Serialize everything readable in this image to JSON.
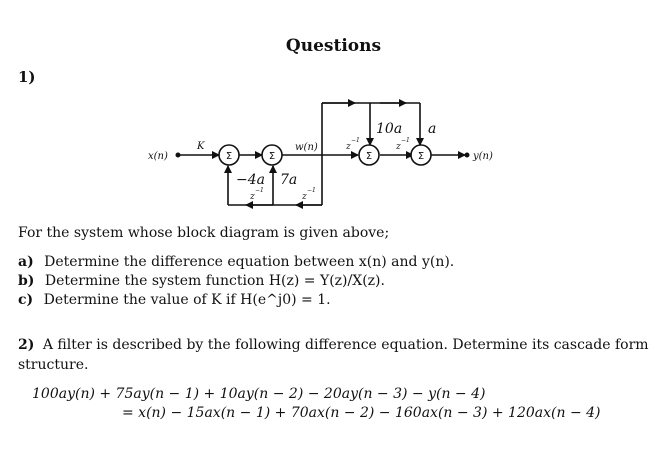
{
  "title": "Questions",
  "q1": {
    "number": "1)",
    "diagram": {
      "input": "x(n)",
      "output": "y(n)",
      "gain_k": "K",
      "node_w": "w(n)",
      "sum": "Σ",
      "delay": "z",
      "delay_exp": "−1",
      "coef_10a": "10a",
      "coef_a": "a",
      "coef_minus4a": "−4a",
      "coef_7a": "7a"
    },
    "intro": "For the system whose block diagram is given above;",
    "items": [
      {
        "label": "a)",
        "text": "Determine the difference equation between x(n) and y(n)."
      },
      {
        "label": "b)",
        "text": "Determine the system function H(z) = Y(z)/X(z)."
      },
      {
        "label": "c)",
        "text": "Determine the value of K if H(e^j0) = 1."
      }
    ]
  },
  "q2": {
    "number": "2)",
    "text_line1": "A filter is described by the following difference equation. Determine its cascade form",
    "text_line2": "structure.",
    "eq_line1": "100ay(n) + 75ay(n − 1) + 10ay(n − 2) − 20ay(n − 3) − y(n − 4)",
    "eq_line2": "= x(n) − 15ax(n − 1) + 70ax(n − 2) − 160ax(n − 3) + 120ax(n − 4)"
  }
}
